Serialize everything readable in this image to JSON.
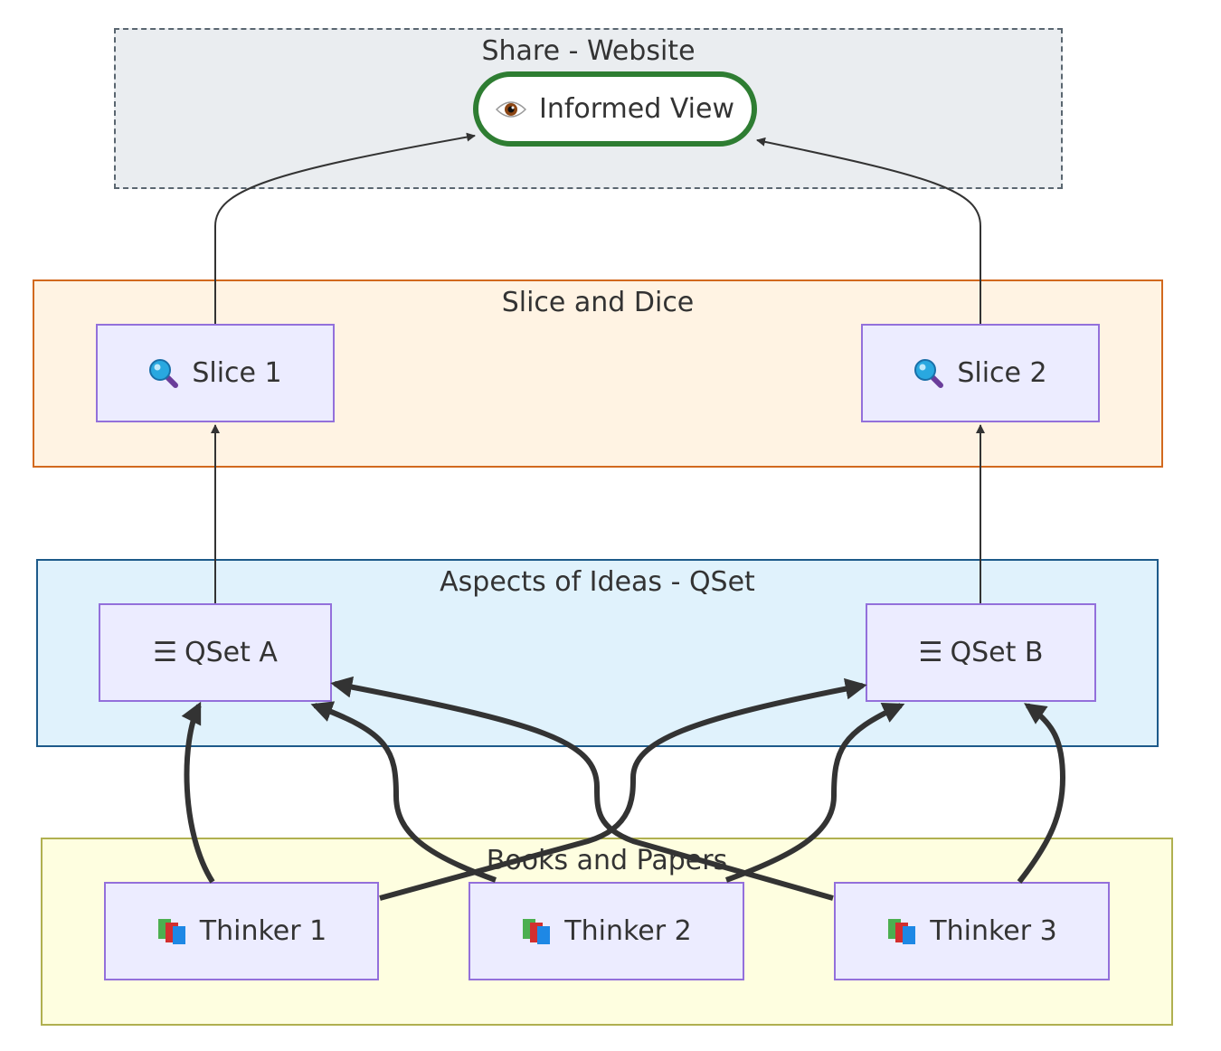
{
  "share": {
    "title": "Share - Website",
    "informed_view": "Informed View"
  },
  "slice": {
    "title": "Slice and Dice",
    "slice1": "Slice 1",
    "slice2": "Slice 2"
  },
  "qset": {
    "title": "Aspects of Ideas - QSet",
    "qset_a": "QSet A",
    "qset_b": "QSet B",
    "qset_icon": "☰"
  },
  "books": {
    "title": "Books and Papers",
    "thinker1": "Thinker 1",
    "thinker2": "Thinker 2",
    "thinker3": "Thinker 3"
  },
  "icons": {
    "view": "eye-icon",
    "slice": "magnifier-icon",
    "qset": "list-icon",
    "thinker": "books-icon"
  },
  "colors": {
    "share_fill": "#eaedf0",
    "share_border": "#5a6670",
    "slice_fill": "#fff3e3",
    "slice_border": "#d2691e",
    "qset_fill": "#e0f2fc",
    "qset_border": "#1d5a8a",
    "books_fill": "#fefee0",
    "books_border": "#b0b050",
    "node_fill": "#ececff",
    "node_border": "#9370db",
    "terminal_border": "#2e7d32",
    "edge": "#333333"
  }
}
